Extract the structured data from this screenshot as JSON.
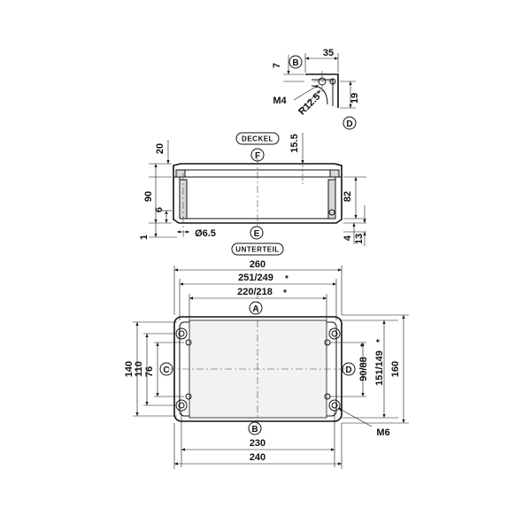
{
  "views": {
    "lid_label": "DECKEL",
    "base_label": "UNTERTEIL"
  },
  "markers": {
    "a": "A",
    "b": "B",
    "c": "C",
    "d": "D",
    "e": "E",
    "f": "F"
  },
  "detail": {
    "dim_7": "7",
    "dim_35": "35",
    "dim_19": "19",
    "radius": "R12.5",
    "thread": "M4"
  },
  "side": {
    "dim_20": "20",
    "dim_90": "90",
    "dim_6": "6",
    "dim_1": "1",
    "hole": "Ø6.5",
    "dim_15_5": "15.5",
    "dim_82": "82",
    "dim_4": "4",
    "dim_13": "13"
  },
  "plan": {
    "dim_260": "260",
    "dim_251": "251/249",
    "dim_220": "220/218",
    "dim_230": "230",
    "dim_240": "240",
    "dim_140": "140",
    "dim_110": "110",
    "dim_76": "76",
    "dim_90_88": "90/88",
    "dim_151": "151/149",
    "dim_160": "160",
    "thread": "M6",
    "tolerance_mark": "*"
  }
}
